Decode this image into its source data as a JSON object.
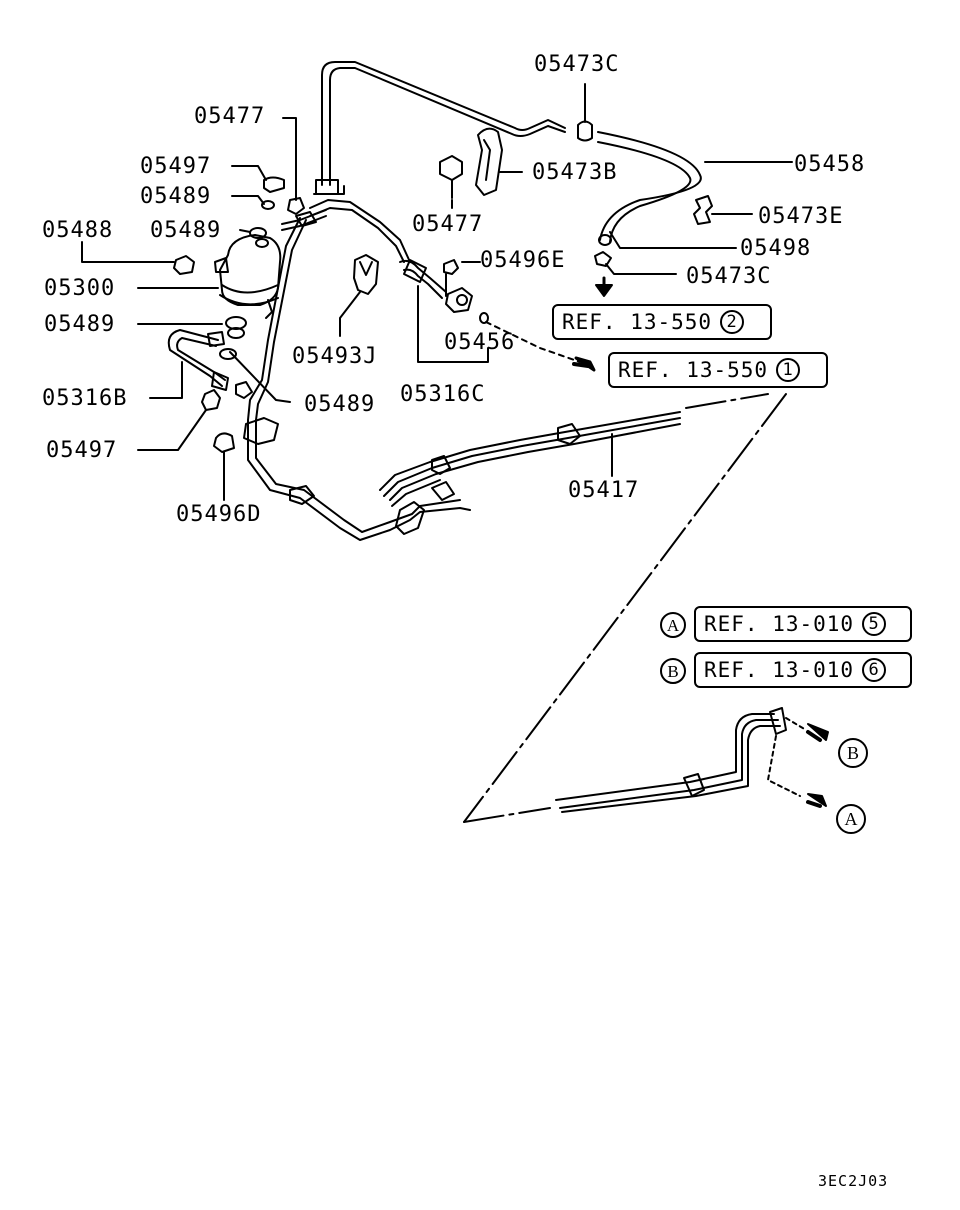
{
  "parts": {
    "p05473C_top": "05473C",
    "p05477_top": "05477",
    "p05497_top": "05497",
    "p05489_a": "05489",
    "p05489_b": "05489",
    "p05488": "05488",
    "p05300": "05300",
    "p05489_c": "05489",
    "p05316B": "05316B",
    "p05497_bot": "05497",
    "p05496D": "05496D",
    "p05477_mid": "05477",
    "p05473B": "05473B",
    "p05458": "05458",
    "p05473E": "05473E",
    "p05498": "05498",
    "p05473C_mid": "05473C",
    "p05496E": "05496E",
    "p05493J": "05493J",
    "p05456": "05456",
    "p05316C": "05316C",
    "p05489_d": "05489",
    "p05417": "05417"
  },
  "refs": {
    "ref_13_550_2": {
      "text": "REF. 13-550",
      "num": "2"
    },
    "ref_13_550_1": {
      "text": "REF. 13-550",
      "num": "1"
    },
    "ref_13_010_5": {
      "tag": "A",
      "text": "REF. 13-010",
      "num": "5"
    },
    "ref_13_010_6": {
      "tag": "B",
      "text": "REF. 13-010",
      "num": "6"
    }
  },
  "detail_markers": {
    "b": "B",
    "a": "A"
  },
  "drawing_code": "3EC2J03"
}
